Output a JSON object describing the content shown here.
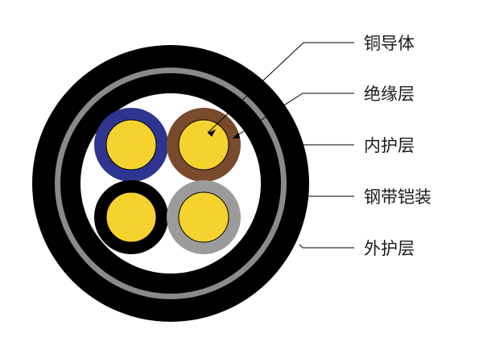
{
  "diagram": {
    "labels": [
      {
        "text": "铜导体"
      },
      {
        "text": "绝缘层"
      },
      {
        "text": "内护层"
      },
      {
        "text": "钢带铠装"
      },
      {
        "text": "外护层"
      }
    ],
    "cores": [
      {
        "insulation_color": "#2e3590"
      },
      {
        "insulation_color": "#7a4a2d"
      },
      {
        "insulation_color": "#000000"
      },
      {
        "insulation_color": "#9b9b9b"
      }
    ],
    "colors": {
      "conductor": "#f5d22e",
      "outer_sheath": "#000000",
      "armor_tape": "#8a8a8a",
      "inner_filler": "#ffffff",
      "leader_line": "#000000"
    }
  }
}
